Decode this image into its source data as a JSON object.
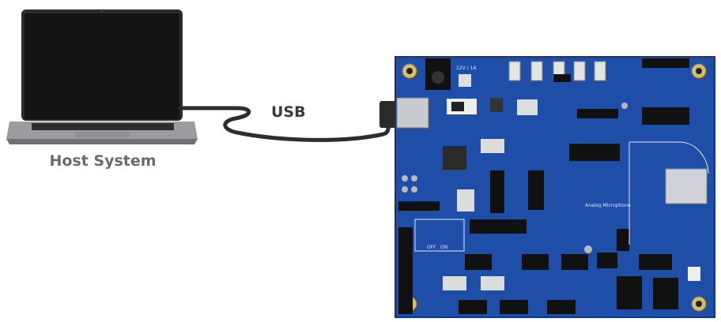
{
  "diagram": {
    "host_label": "Host System",
    "cable_label": "USB",
    "board_silkscreen": {
      "power": "12V / 1A",
      "switch_on": "ON",
      "switch_off": "OFF",
      "analog_mic": "Analog Microphone"
    }
  },
  "colors": {
    "pcb": "#1f4ea8",
    "pcb_dark": "#173e8a",
    "cable": "#2d2d2d",
    "laptop_body": "#9a9ca0",
    "laptop_screen": "#151515"
  }
}
